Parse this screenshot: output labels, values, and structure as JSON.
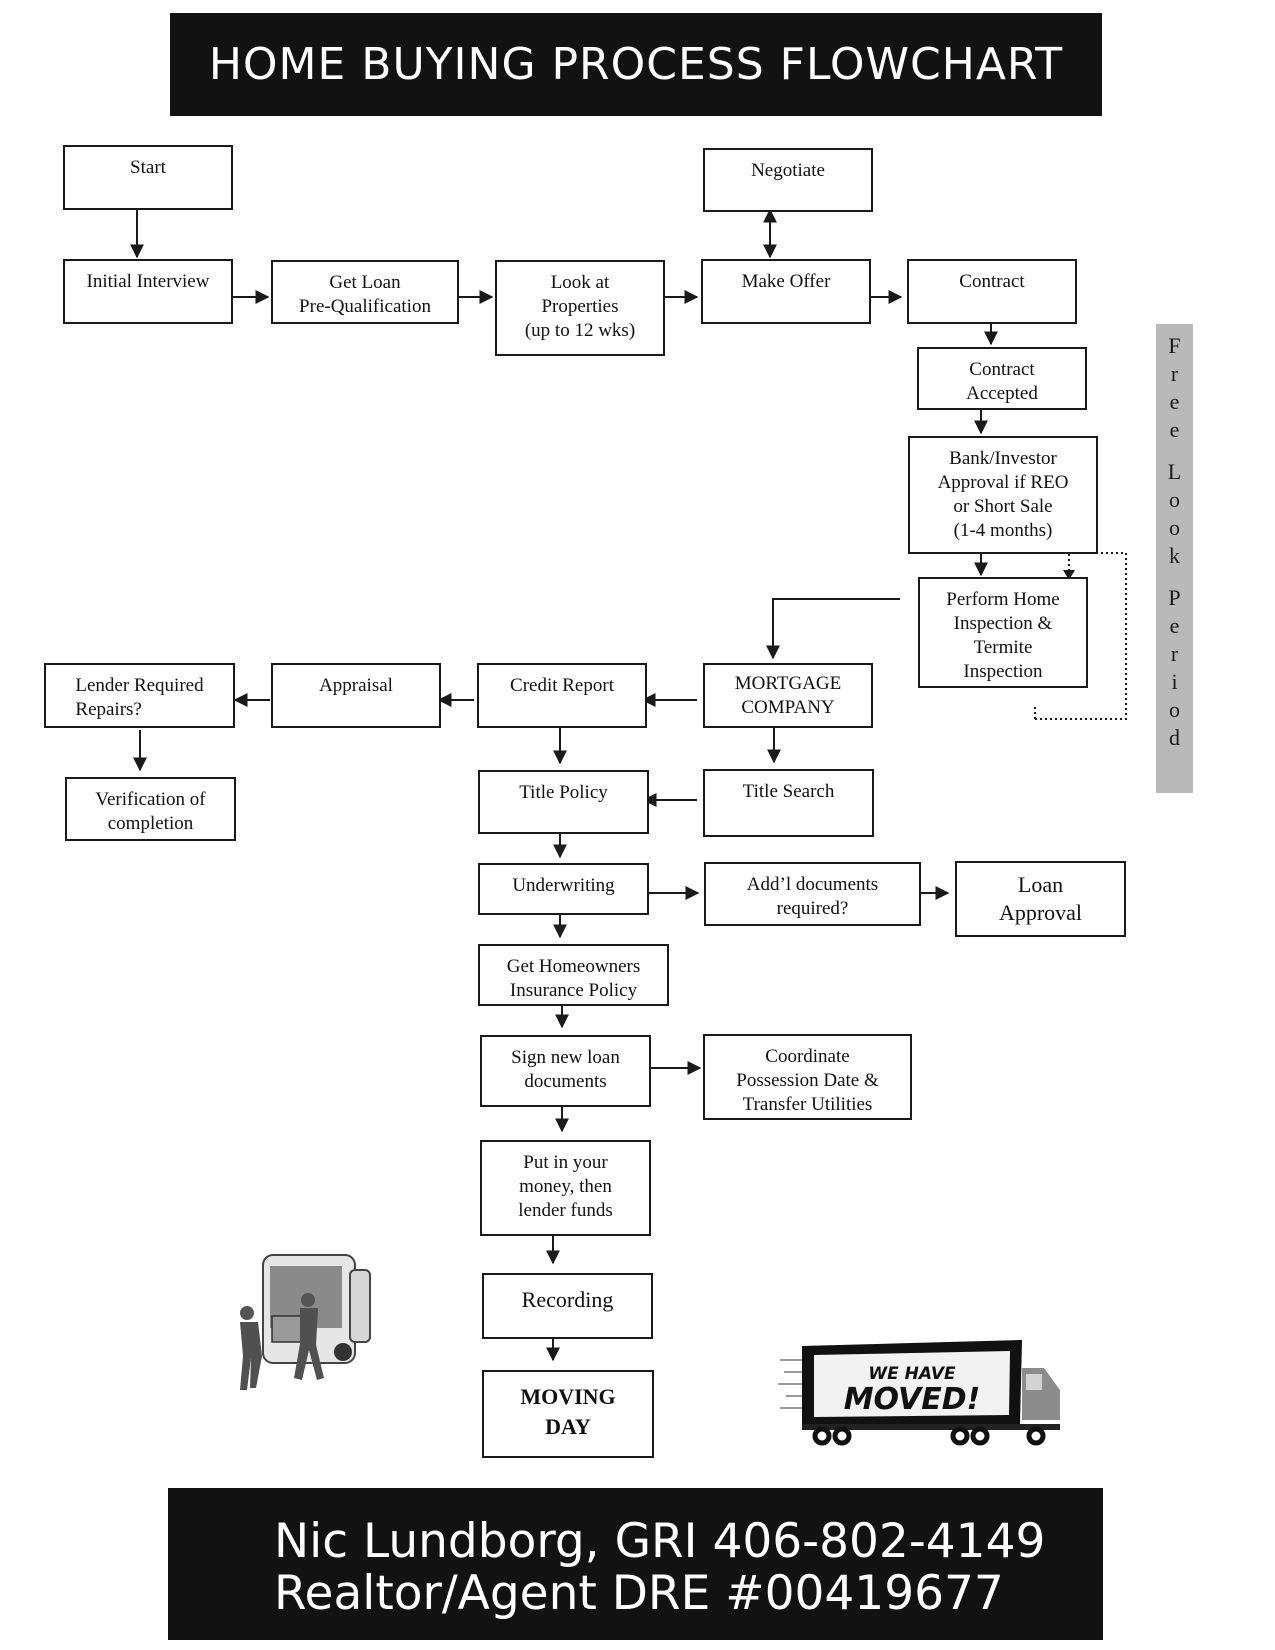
{
  "header": {
    "title": "HOME BUYING PROCESS FLOWCHART"
  },
  "nodes": {
    "start": "Start",
    "negotiate": "Negotiate",
    "initial_interview": "Initial Interview",
    "get_loan": "Get Loan\nPre-Qualification",
    "look_at_properties": "Look at\nProperties\n(up to 12 wks)",
    "make_offer": "Make Offer",
    "contract": "Contract",
    "contract_accepted": "Contract\nAccepted",
    "bank_investor": "Bank/Investor\nApproval if  REO\nor Short Sale\n(1-4 months)",
    "home_inspection": "Perform Home\nInspection &\nTermite\nInspection",
    "lender_repairs": "Lender Required\nRepairs?",
    "appraisal": "Appraisal",
    "credit_report": "Credit Report",
    "mortgage_company": "MORTGAGE\nCOMPANY",
    "verification": "Verification of\ncompletion",
    "title_policy": "Title Policy",
    "title_search": "Title Search",
    "underwriting": "Underwriting",
    "addl_docs": "Add’l documents\nrequired?",
    "loan_approval": "Loan\nApproval",
    "homeowners_insurance": "Get Homeowners\nInsurance Policy",
    "sign_loan_docs": "Sign new  loan\ndocuments",
    "coordinate_possession": "Coordinate\nPossession Date &\nTransfer Utilities",
    "put_in_money": "Put in your\nmoney, then\nlender funds",
    "recording": "Recording",
    "moving_day": "MOVING\nDAY"
  },
  "side_label": {
    "text": "Free Look Period",
    "color": "#b9b9b9"
  },
  "moved_sign": {
    "text1": "WE HAVE",
    "text2": "MOVED!"
  },
  "footer": {
    "line1": "Nic Lundborg, GRI 406-802-4149",
    "line2": "Realtor/Agent DRE #00419677"
  },
  "colors": {
    "banner": "#121212",
    "banner_text": "#ffffff",
    "box_border": "#1a1a1a"
  }
}
